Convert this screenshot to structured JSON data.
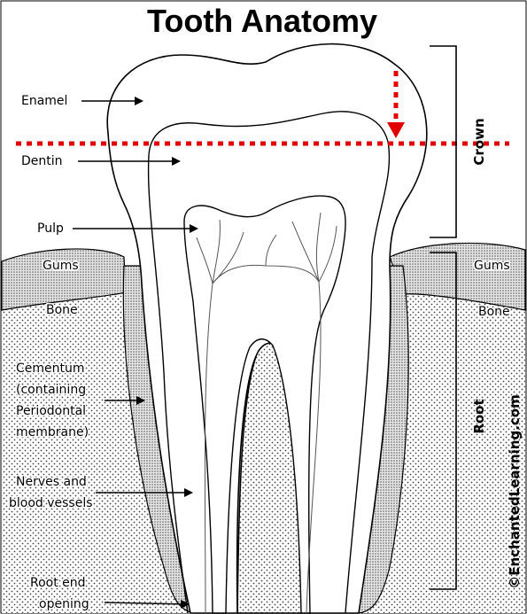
{
  "title": "Tooth Anatomy",
  "labels": {
    "enamel": "Enamel",
    "dentin": "Dentin",
    "pulp": "Pulp",
    "gums_left": "Gums",
    "gums_right": "Gums",
    "bone_left": "Bone",
    "bone_right": "Bone",
    "cementum": [
      "Cementum",
      "(containing",
      "Periodontal",
      "membrane)"
    ],
    "nerves": [
      "Nerves and",
      "blood vessels"
    ],
    "root_end": [
      "Root end",
      "opening"
    ],
    "crown": "Crown",
    "root": "Root"
  },
  "credit": "©EnchantedLearning.com",
  "colors": {
    "marker": "#e00000",
    "gum_fill": "#c9c9c9",
    "bone_fill": "#f2f2f2",
    "outline": "#000000"
  }
}
